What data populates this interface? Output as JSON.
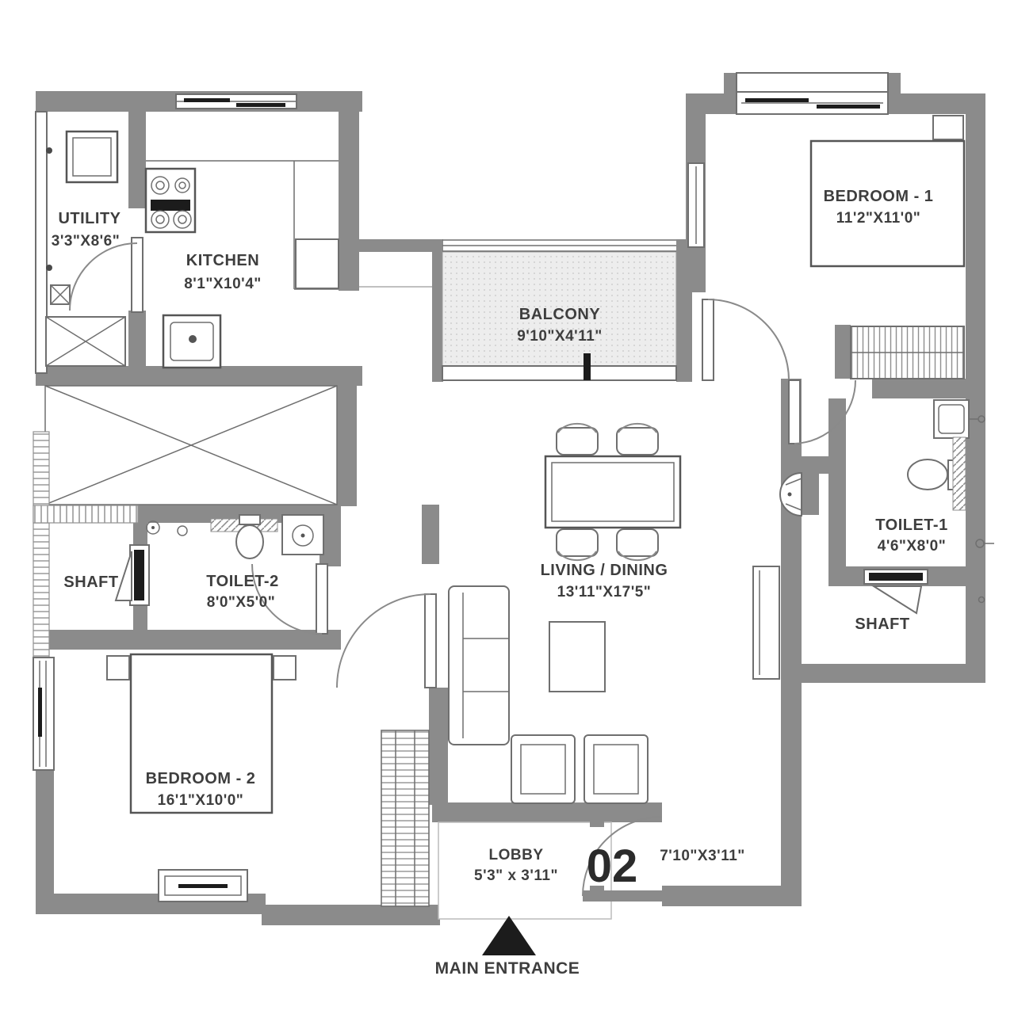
{
  "colors": {
    "wall": "#8b8b8b",
    "balcony_fill": "#ededed",
    "furniture_stroke": "#6f6f6f",
    "text": "#3e3e3e",
    "entrance_marker": "#1c1c1c"
  },
  "rooms": {
    "utility": {
      "name": "UTILITY",
      "dims": "3'3\"X8'6\""
    },
    "kitchen": {
      "name": "KITCHEN",
      "dims": "8'1\"X10'4\""
    },
    "balcony": {
      "name": "BALCONY",
      "dims": "9'10\"X4'11\""
    },
    "bedroom1": {
      "name": "BEDROOM - 1",
      "dims": "11'2\"X11'0\""
    },
    "toilet1": {
      "name": "TOILET-1",
      "dims": "4'6\"X8'0\""
    },
    "shaft_left": {
      "name": "SHAFT"
    },
    "toilet2": {
      "name": "TOILET-2",
      "dims": "8'0\"X5'0\""
    },
    "living": {
      "name": "LIVING / DINING",
      "dims": "13'11\"X17'5\""
    },
    "shaft_right": {
      "name": "SHAFT"
    },
    "bedroom2": {
      "name": "BEDROOM - 2",
      "dims": "16'1\"X10'0\""
    },
    "lobby": {
      "name": "LOBBY",
      "dims": "5'3\" x 3'11\""
    }
  },
  "entrance": {
    "unit_number": "02",
    "door_dims": "7'10\"X3'11\"",
    "label": "MAIN ENTRANCE"
  }
}
